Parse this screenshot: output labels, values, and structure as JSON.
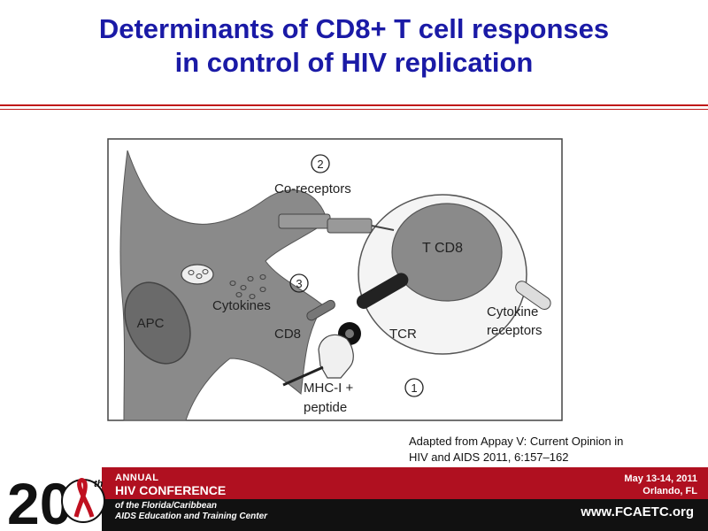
{
  "slide": {
    "title_line1": "Determinants of CD8+ T cell responses",
    "title_line2": "in control of HIV replication"
  },
  "diagram": {
    "labels": {
      "apc": "APC",
      "tcd8": "T CD8",
      "coreceptors": "Co-receptors",
      "cytokines": "Cytokines",
      "cd8": "CD8",
      "tcr": "TCR",
      "cytokine_receptors_line1": "Cytokine",
      "cytokine_receptors_line2": "receptors",
      "mhc_line1": "MHC-I +",
      "mhc_line2": "peptide"
    },
    "numbers": {
      "n1": "1",
      "n2": "2",
      "n3": "3"
    }
  },
  "citation": {
    "line1": "Adapted from Appay V: Current Opinion in",
    "line2": "HIV and AIDS 2011, 6:157–162"
  },
  "footer": {
    "logo_number": "20",
    "logo_superscript": "th",
    "annual": "ANNUAL",
    "conference": "HIV CONFERENCE",
    "of_line1": "of the Florida/Caribbean",
    "of_line2": "AIDS Education and Training Center",
    "date_line1": "May 13-14, 2011",
    "date_line2": "Orlando, FL",
    "url": "www.FCAETC.org"
  },
  "colors": {
    "title": "#1a1aa6",
    "rule": "#c01818",
    "footer_red": "#b01020",
    "footer_black": "#111111"
  }
}
